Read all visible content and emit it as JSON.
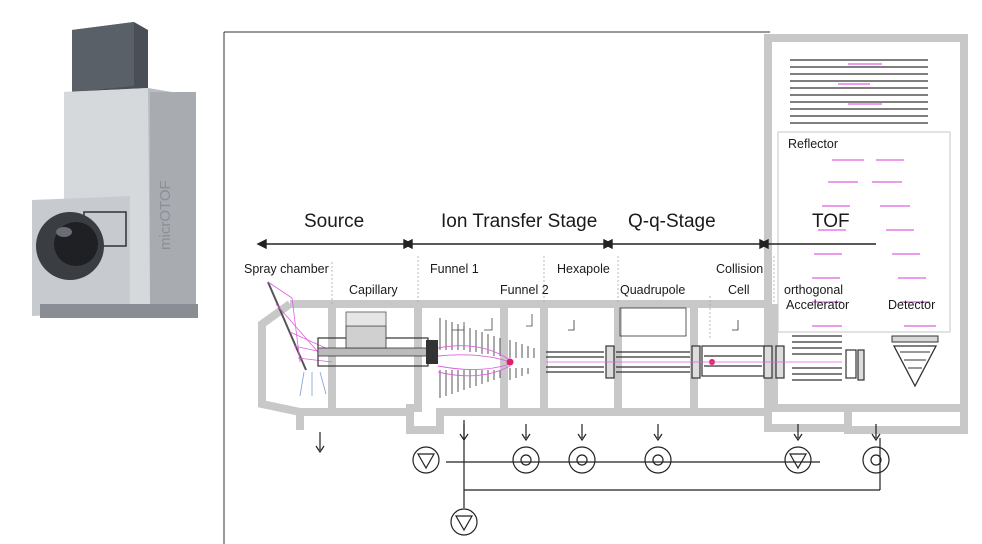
{
  "stages": {
    "source": "Source",
    "ion_transfer": "Ion Transfer Stage",
    "qq": "Q-q-Stage",
    "tof": "TOF"
  },
  "components": {
    "spray_chamber": "Spray chamber",
    "capillary": "Capillary",
    "funnel_1": "Funnel 1",
    "funnel_2": "Funnel 2",
    "hexapole": "Hexapole",
    "quadrupole": "Quadrupole",
    "collision": "Collision",
    "cell": "Cell",
    "orthogonal": "orthogonal",
    "accelerator": "Accelerator",
    "reflector": "Reflector",
    "detector": "Detector"
  },
  "instrument_photo": {
    "brand_text": "micrOTOF"
  },
  "colors": {
    "wall": "#c8c8c8",
    "ion_beam": "#e060e0",
    "ion_spot": "#e0206a",
    "line": "#222222"
  }
}
